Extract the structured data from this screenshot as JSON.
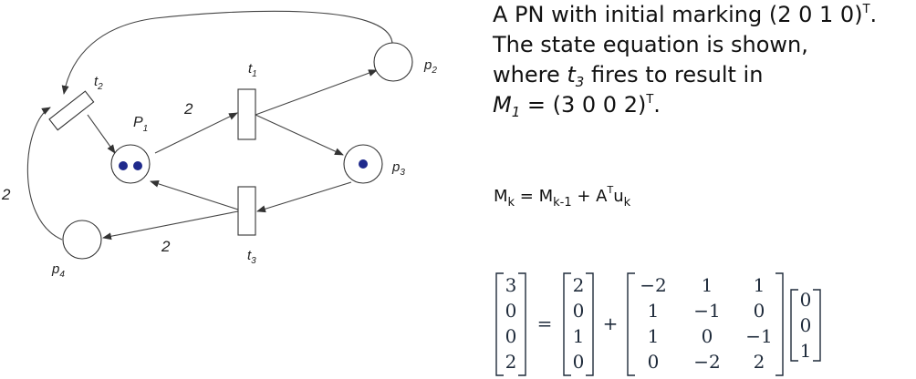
{
  "description": {
    "line1_prefix": "A PN with initial marking (2 0 1 0)",
    "line1_sup": "T",
    "line1_suffix": ".",
    "line2": "The state equation is shown,",
    "line3_prefix": "where ",
    "line3_t": "t",
    "line3_sub": "3",
    "line3_suffix": " fires to result in",
    "line4_m": "M",
    "line4_sub": "1",
    "line4_mid": " = (3 0 0 2)",
    "line4_sup": "T",
    "line4_suffix": "."
  },
  "state_equation": {
    "m": "M",
    "k": "k",
    "equals": " = M",
    "k_minus_1": "k-1",
    "plus": " + A",
    "t_sup": "T",
    "u": "u",
    "k2": "k"
  },
  "matrix_equation": {
    "lhs": [
      "3",
      "0",
      "0",
      "2"
    ],
    "equals": "=",
    "m0": [
      "2",
      "0",
      "1",
      "0"
    ],
    "plus": "+",
    "at": [
      [
        "−2",
        "1",
        "1"
      ],
      [
        "1",
        "−1",
        "0"
      ],
      [
        "1",
        "0",
        "−1"
      ],
      [
        "0",
        "−2",
        "2"
      ]
    ],
    "u": [
      "0",
      "0",
      "1"
    ]
  },
  "petri_net": {
    "places": [
      {
        "id": "p1",
        "name": "P",
        "sub": "1",
        "tokens": 2
      },
      {
        "id": "p2",
        "name": "p",
        "sub": "2",
        "tokens": 0
      },
      {
        "id": "p3",
        "name": "p",
        "sub": "3",
        "tokens": 1
      },
      {
        "id": "p4",
        "name": "p",
        "sub": "4",
        "tokens": 0
      }
    ],
    "transitions": [
      {
        "id": "t1",
        "name": "t",
        "sub": "1"
      },
      {
        "id": "t2",
        "name": "t",
        "sub": "2"
      },
      {
        "id": "t3",
        "name": "t",
        "sub": "3"
      }
    ],
    "arc_weights": {
      "p1_to_t1": "2",
      "t3_to_p4": "2",
      "p4_to_t2": "2"
    }
  },
  "colors": {
    "token": "#1f2a8c",
    "lines": "#333333",
    "matrix_text": "#1e2a3a"
  }
}
